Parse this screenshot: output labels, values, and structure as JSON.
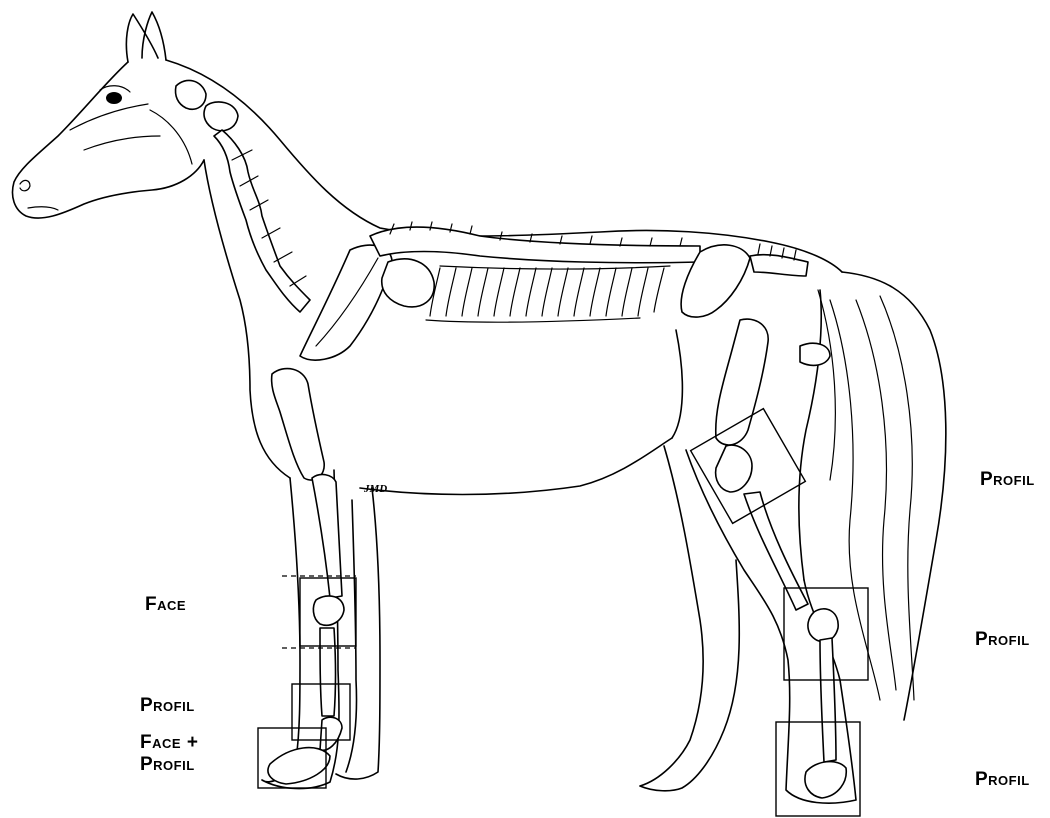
{
  "signature": "JMD",
  "labels": {
    "face": "Face",
    "profil_front": "Profil",
    "face_plus": "Face +",
    "face_plus_profil": "Profil",
    "profil_hock": "Profil",
    "profil_hind_fetlock": "Profil",
    "profil_hind_hoof": "Profil"
  },
  "colors": {
    "line": "#000000",
    "background": "#ffffff"
  }
}
